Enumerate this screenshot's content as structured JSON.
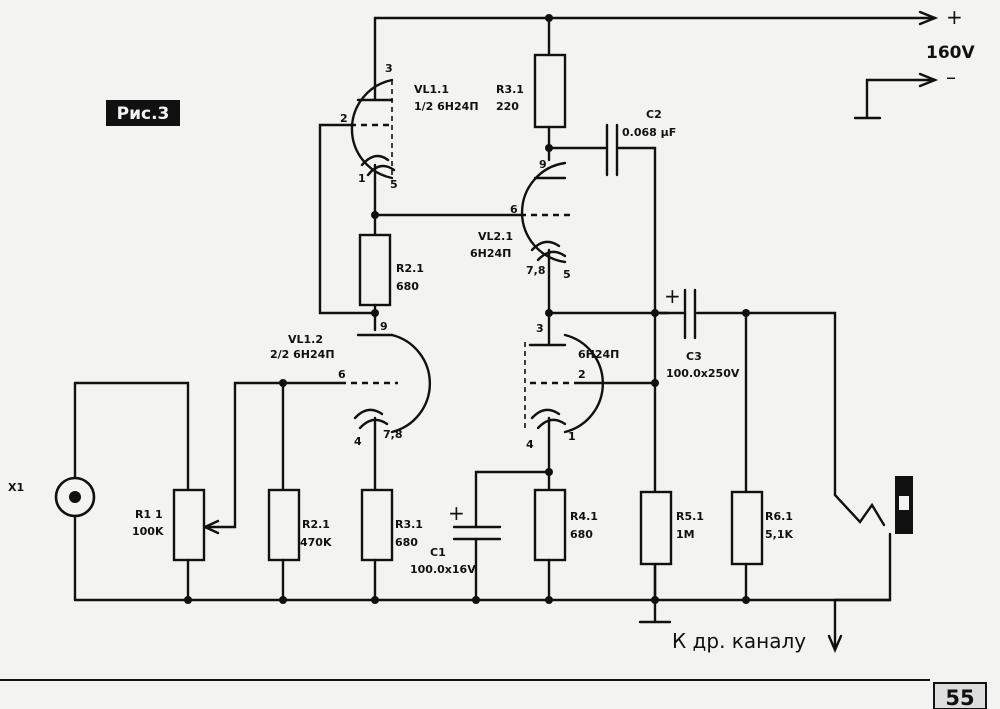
{
  "figure": {
    "title": "Рис.3",
    "page_number": "55"
  },
  "supply": {
    "plus": "+",
    "voltage": "160V",
    "minus": "–"
  },
  "output_note": "К др. каналу",
  "tubes": {
    "vl1_1": {
      "ref": "VL1.1",
      "type": "1/2 6Н24П",
      "pins": [
        "3",
        "2",
        "1",
        "5"
      ]
    },
    "vl1_2": {
      "ref": "VL1.2",
      "type": "2/2 6Н24П",
      "pins": [
        "9",
        "6",
        "4",
        "7,8"
      ]
    },
    "vl2_1": {
      "ref": "VL2.1",
      "type": "6Н24П",
      "pins": [
        "9",
        "6",
        "7,8",
        "5"
      ]
    },
    "vl2_2": {
      "type": "6Н24П",
      "pins": [
        "3",
        "2",
        "4",
        "1"
      ]
    }
  },
  "components": {
    "r3_1_top": {
      "ref": "R3.1",
      "value": "220"
    },
    "c2": {
      "ref": "C2",
      "value": "0.068 µF"
    },
    "r2_1_mid": {
      "ref": "R2.1",
      "value": "680"
    },
    "c3": {
      "ref": "C3",
      "value": "100.0x250V",
      "polarity": "+"
    },
    "x1": {
      "ref": "X1"
    },
    "r1_1": {
      "ref": "R1 1",
      "value": "100K"
    },
    "r2_1_bot": {
      "ref": "R2.1",
      "value": "470K"
    },
    "r3_1_bot": {
      "ref": "R3.1",
      "value": "680"
    },
    "c1": {
      "ref": "C1",
      "value": "100.0x16V",
      "polarity": "+"
    },
    "r4_1": {
      "ref": "R4.1",
      "value": "680"
    },
    "r5_1": {
      "ref": "R5.1",
      "value": "1M"
    },
    "r6_1": {
      "ref": "R6.1",
      "value": "5,1K"
    }
  },
  "colors": {
    "ink": "#111111",
    "paper": "#f3f3f1"
  }
}
